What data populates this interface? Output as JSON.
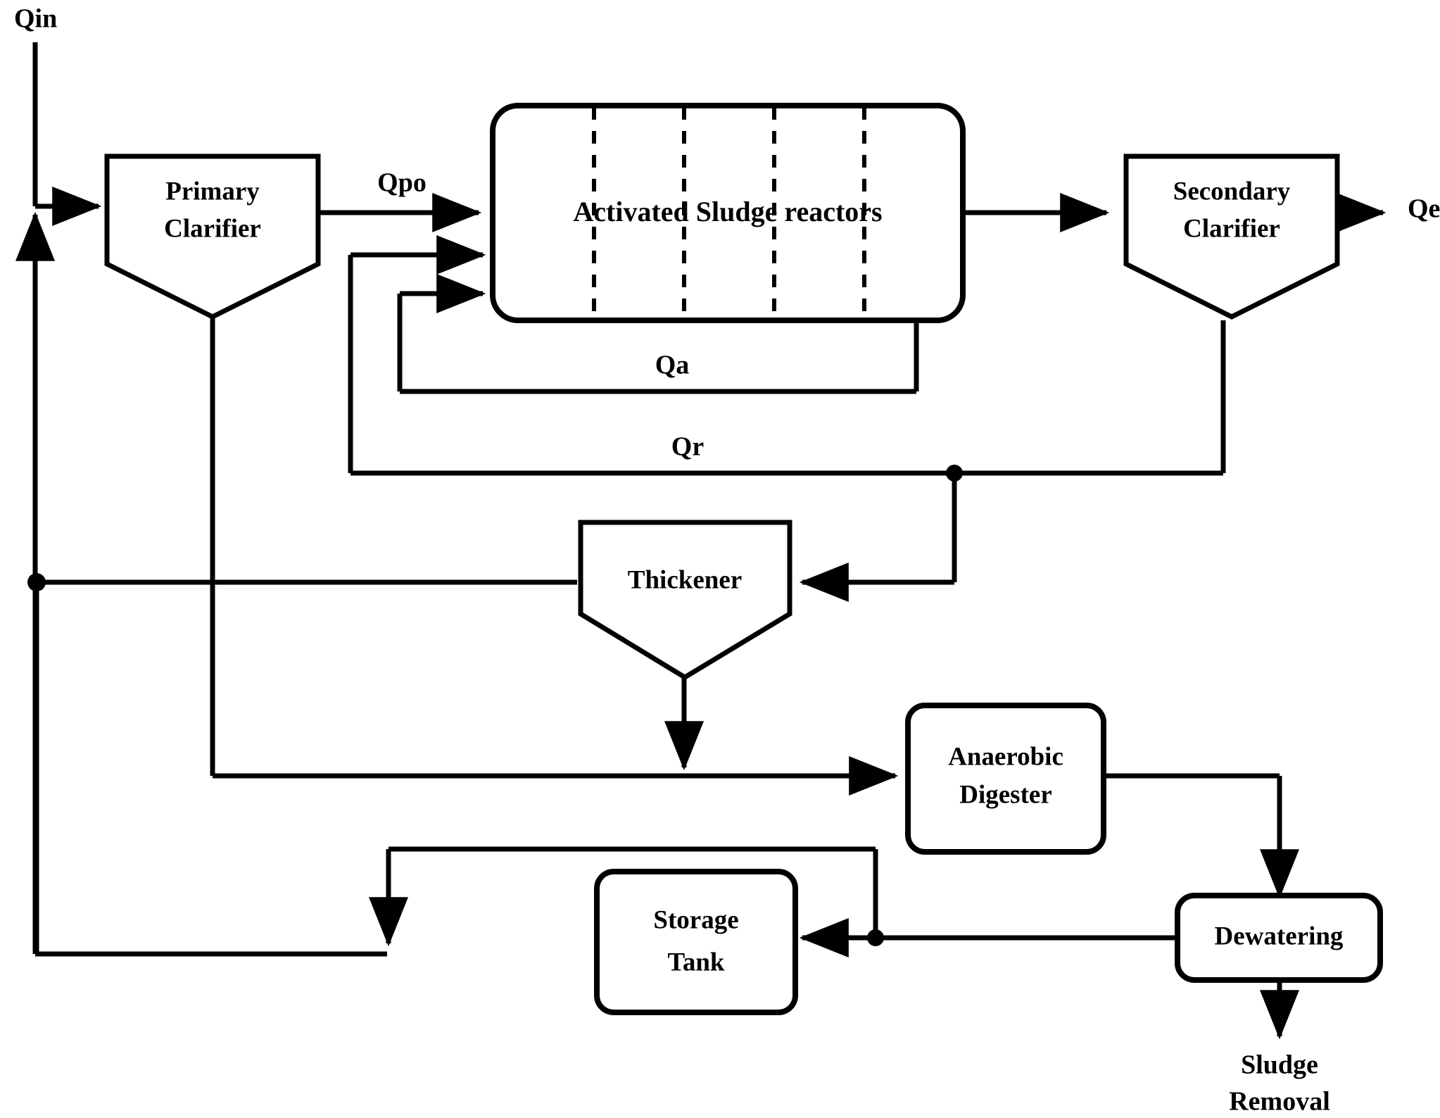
{
  "diagram": {
    "title": "Wastewater Treatment Plant Process Flow Diagram",
    "background_color": "#ffffff",
    "line_color": "#000000",
    "nodes": {
      "primary_clarifier": {
        "line1": "Primary",
        "line2": "Clarifier",
        "shape": "clarifier-hopper"
      },
      "activated_sludge": {
        "label": "Activated Sludge reactors",
        "shape": "rounded-rect",
        "compartment_dividers": 4
      },
      "secondary_clarifier": {
        "line1": "Secondary",
        "line2": "Clarifier",
        "shape": "clarifier-hopper"
      },
      "thickener": {
        "label": "Thickener",
        "shape": "clarifier-hopper"
      },
      "anaerobic_digester": {
        "line1": "Anaerobic",
        "line2": "Digester",
        "shape": "rounded-rect"
      },
      "dewatering": {
        "label": "Dewatering",
        "shape": "rounded-rect"
      },
      "storage_tank": {
        "line1": "Storage",
        "line2": "Tank",
        "shape": "rounded-rect"
      }
    },
    "flow_labels": {
      "qin": "Qin",
      "qpo": "Qpo",
      "qe": "Qe",
      "qa": "Qa",
      "qr": "Qr",
      "sludge_removal_line1": "Sludge",
      "sludge_removal_line2": "Removal"
    }
  }
}
